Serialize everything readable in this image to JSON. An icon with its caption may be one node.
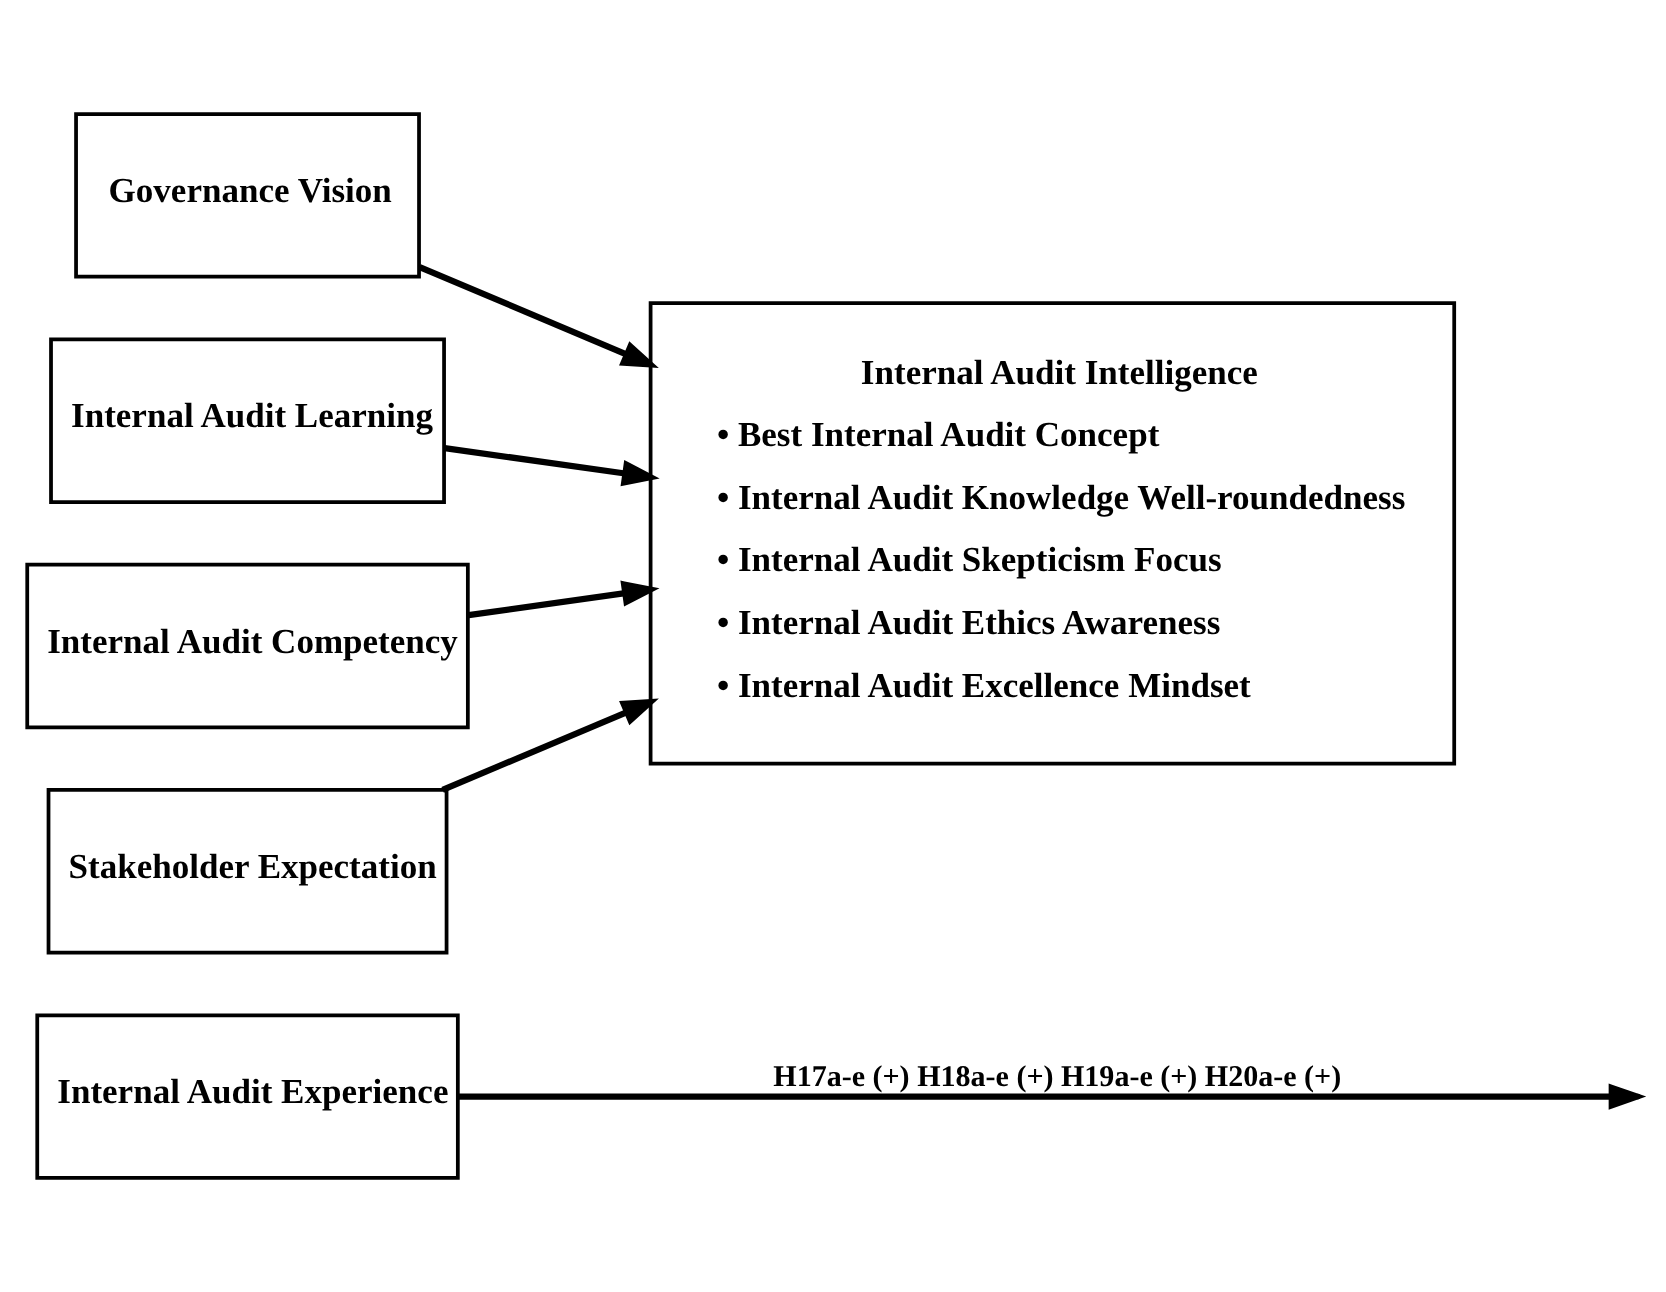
{
  "diagram": {
    "nodes": [
      {
        "text": [
          "Internal Audit Experience"
        ]
      },
      {
        "text": [
          "Governance Vision"
        ]
      },
      {
        "text": [
          "Internal Audit Learning"
        ]
      },
      {
        "text": [
          "Internal Audit Competency"
        ]
      },
      {
        "text": [
          "Stakeholder Expectation"
        ]
      },
      {
        "text": [
          "Internal Audit Intelligence",
          "• Best Internal Audit Concept",
          "• Internal Audit Knowledge Well-roundedness",
          "• Internal Audit Skepticism Focus",
          "• Internal Audit Ethics Awareness",
          "• Internal Audit Excellence Mindset"
        ]
      }
    ],
    "edges": [
      {
        "from": 1,
        "to": 5,
        "arrow": "to"
      },
      {
        "from": 2,
        "to": 5,
        "arrow": "to"
      },
      {
        "from": 3,
        "to": 5,
        "arrow": "to"
      },
      {
        "from": 4,
        "to": 5,
        "arrow": "to"
      },
      {
        "from": 0,
        "to": null,
        "arrow": "to",
        "label": "H17a-e (+) H18a-e (+) H19a-e (+) H20a-e (+)"
      }
    ]
  }
}
